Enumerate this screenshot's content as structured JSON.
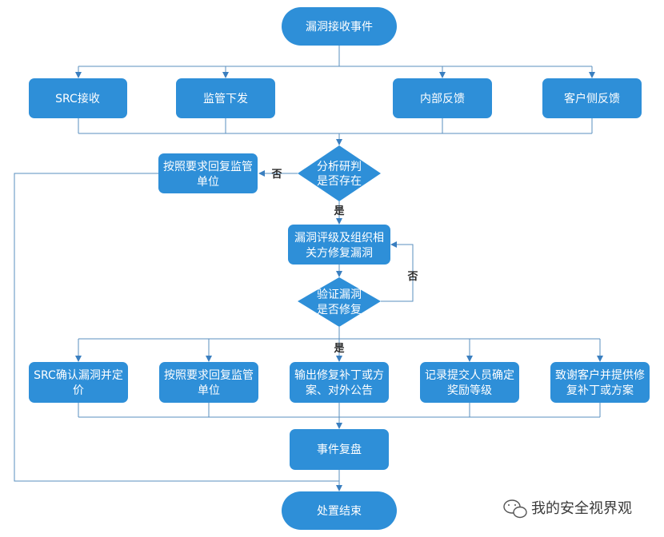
{
  "diagram": {
    "start": "漏洞接收事件",
    "sources": [
      "SRC接收",
      "监管下发",
      "内部反馈",
      "客户侧反馈"
    ],
    "decision_analysis": [
      "分析研判",
      "是否存在"
    ],
    "reply_regulator_top": [
      "按照要求回复监管",
      "单位"
    ],
    "rate_and_fix": [
      "漏洞评级及组织相",
      "关方修复漏洞"
    ],
    "decision_verify": [
      "验证漏洞",
      "是否修复"
    ],
    "actions": [
      [
        "SRC确认漏洞并定",
        "价"
      ],
      [
        "按照要求回复监管",
        "单位"
      ],
      [
        "输出修复补丁或方",
        "案、对外公告"
      ],
      [
        "记录提交人员确定",
        "奖励等级"
      ],
      [
        "致谢客户并提供修",
        "复补丁或方案"
      ]
    ],
    "review": "事件复盘",
    "end": "处置结束",
    "labels": {
      "no1": "否",
      "yes1": "是",
      "no2": "否",
      "yes2": "是"
    }
  },
  "watermark": {
    "text": "我的安全视界观",
    "icon": "wechat-icon"
  },
  "colors": {
    "node_fill": "#2e8fd8",
    "edge": "#5a8fbf",
    "arrow": "#3a7fc0"
  }
}
